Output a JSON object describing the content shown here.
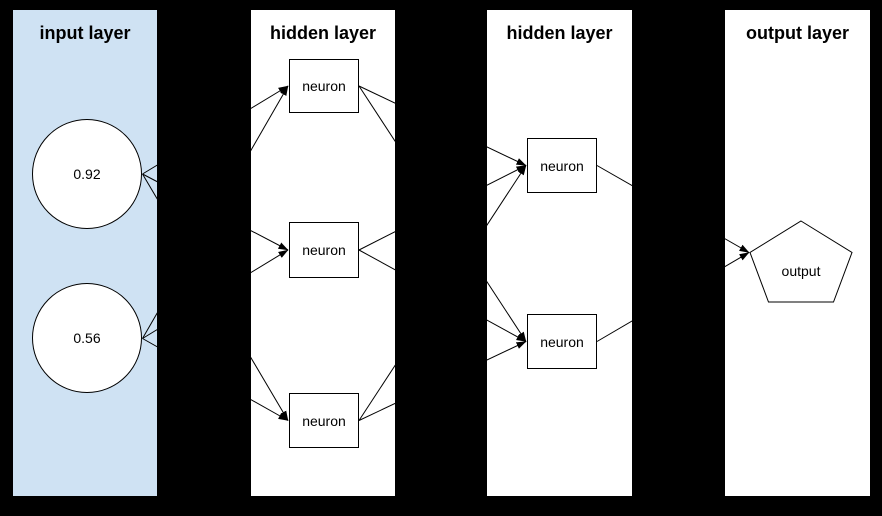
{
  "page": {
    "background": "#000000"
  },
  "diagram": {
    "edge_color": "#000000",
    "layers": [
      {
        "title": "input layer",
        "fill": "#cfe2f3",
        "nodes": [
          {
            "label": "0.92",
            "shape": "circle"
          },
          {
            "label": "0.56",
            "shape": "circle"
          }
        ]
      },
      {
        "title": "hidden layer",
        "fill": "#ffffff",
        "nodes": [
          {
            "label": "neuron",
            "shape": "rect"
          },
          {
            "label": "neuron",
            "shape": "rect"
          },
          {
            "label": "neuron",
            "shape": "rect"
          }
        ]
      },
      {
        "title": "hidden layer",
        "fill": "#ffffff",
        "nodes": [
          {
            "label": "neuron",
            "shape": "rect"
          },
          {
            "label": "neuron",
            "shape": "rect"
          }
        ]
      },
      {
        "title": "output layer",
        "fill": "#ffffff",
        "nodes": [
          {
            "label": "output",
            "shape": "pentagon"
          }
        ]
      }
    ],
    "edges": [
      "input-1 -> hidden1-1",
      "input-1 -> hidden1-2",
      "input-1 -> hidden1-3",
      "input-2 -> hidden1-1",
      "input-2 -> hidden1-2",
      "input-2 -> hidden1-3",
      "hidden1-1 -> hidden2-1",
      "hidden1-1 -> hidden2-2",
      "hidden1-2 -> hidden2-1",
      "hidden1-2 -> hidden2-2",
      "hidden1-3 -> hidden2-1",
      "hidden1-3 -> hidden2-2",
      "hidden2-1 -> output",
      "hidden2-2 -> output"
    ]
  }
}
